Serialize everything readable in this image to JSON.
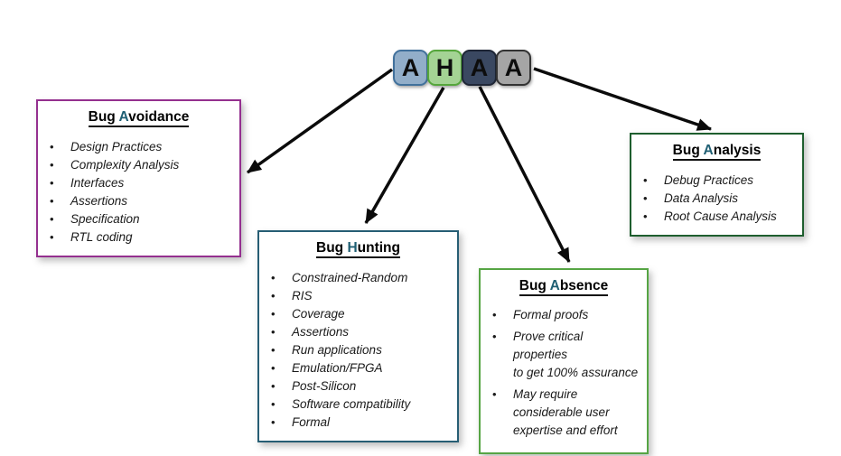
{
  "diagram": {
    "acronym": {
      "letters": [
        {
          "char": "A",
          "bg": "#92AEC9",
          "border": "#41719C"
        },
        {
          "char": "H",
          "bg": "#A4D394",
          "border": "#55A63B"
        },
        {
          "char": "A",
          "bg": "#3A4861",
          "border": "#1E2636"
        },
        {
          "char": "A",
          "bg": "#A5A5A5",
          "border": "#333333"
        }
      ]
    },
    "boxes": [
      {
        "id": "bug-avoidance",
        "title": {
          "pre": "Bug ",
          "accent": "A",
          "rest": "voidance"
        },
        "border_color": "#94308F",
        "items": [
          "Design Practices",
          "Complexity Analysis",
          "Interfaces",
          "Assertions",
          "Specification",
          "RTL coding"
        ]
      },
      {
        "id": "bug-hunting",
        "title": {
          "pre": "Bug ",
          "accent": "H",
          "rest": "unting"
        },
        "border_color": "#275E74",
        "items": [
          "Constrained-Random",
          "RIS",
          "Coverage",
          "Assertions",
          "Run applications",
          "Emulation/FPGA",
          "Post-Silicon",
          "Software compatibility",
          "Formal"
        ]
      },
      {
        "id": "bug-absence",
        "title": {
          "pre": "Bug ",
          "accent": "A",
          "rest": "bsence"
        },
        "border_color": "#56A544",
        "items": [
          "Formal proofs",
          "Prove critical properties\nto get 100% assurance",
          "May require\nconsiderable user\nexpertise and effort"
        ]
      },
      {
        "id": "bug-analysis",
        "title": {
          "pre": "Bug ",
          "accent": "A",
          "rest": "nalysis"
        },
        "border_color": "#1E5E2E",
        "items": [
          "Debug Practices",
          "Data Analysis",
          "Root Cause Analysis"
        ]
      }
    ],
    "colors": {
      "accent_letter": "#1F5F73",
      "arrow": "#0B0B0B",
      "text": "#1A1A1A"
    }
  }
}
